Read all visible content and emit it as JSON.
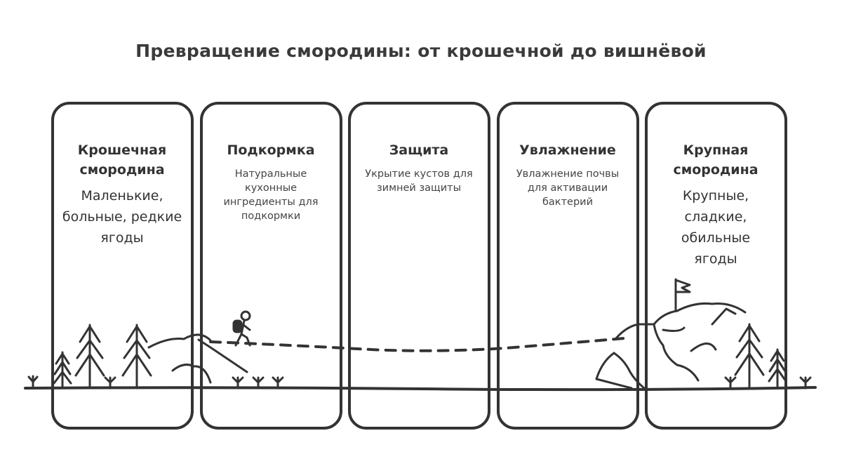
{
  "title": "Превращение смородины: от крошечной до вишнёвой",
  "stages": [
    {
      "title": "Крошечная смородина",
      "description": "Маленькие, больные, редкие ягоды"
    },
    {
      "title": "Подкормка",
      "description": "Натуральные кухонные ингредиенты для подкормки"
    },
    {
      "title": "Защита",
      "description": "Укрытие кустов для зимней защиты"
    },
    {
      "title": "Увлажнение",
      "description": "Увлажнение почвы для активации бактерий"
    },
    {
      "title": "Крупная смородина",
      "description": "Крупные, сладкие, обильные ягоды"
    }
  ],
  "icons": [
    "pine-tree-icon",
    "hiker-icon",
    "flag-icon",
    "grass-icon",
    "mountain-icon"
  ],
  "colors": {
    "stroke": "#333333",
    "background": "#ffffff"
  }
}
